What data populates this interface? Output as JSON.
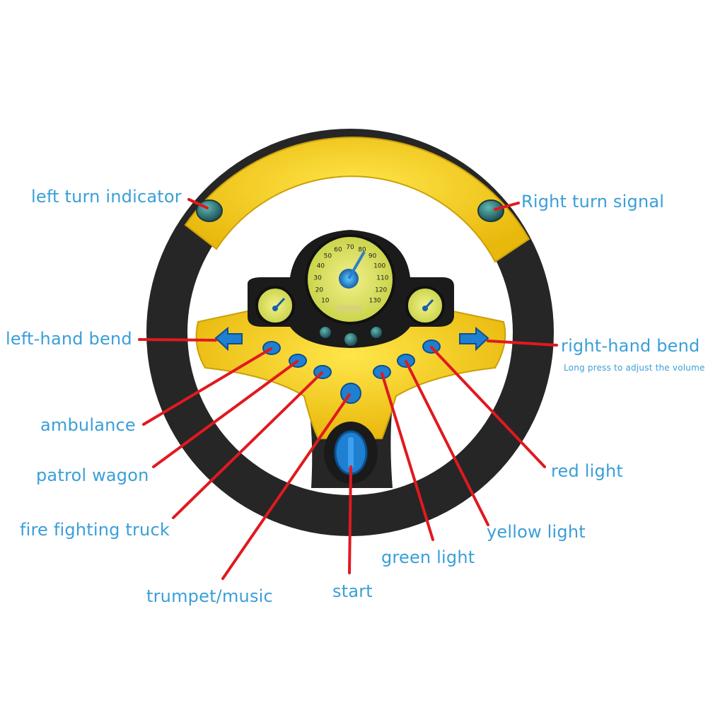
{
  "labels": {
    "left_turn_indicator": "left turn indicator",
    "right_turn_signal": "Right turn signal",
    "left_hand_bend": "left-hand bend",
    "right_hand_bend": "right-hand bend",
    "volume_note": "Long press to adjust the volume",
    "ambulance": "ambulance",
    "patrol_wagon": "patrol wagon",
    "fire_fighting_truck": "fire fighting truck",
    "trumpet_music": "trumpet/music",
    "start": "start",
    "green_light": "green light",
    "yellow_light": "yellow light",
    "red_light": "red light"
  },
  "speedometer": {
    "ticks": [
      "10",
      "20",
      "30",
      "40",
      "50",
      "60",
      "70",
      "80",
      "90",
      "100",
      "110",
      "120",
      "130"
    ]
  },
  "colors": {
    "label_text": "#3a9fd8",
    "pointer_line": "#e0191f",
    "wheel_yellow": "#f5d21a",
    "wheel_black": "#262626",
    "button_blue": "#1f7fd0"
  }
}
